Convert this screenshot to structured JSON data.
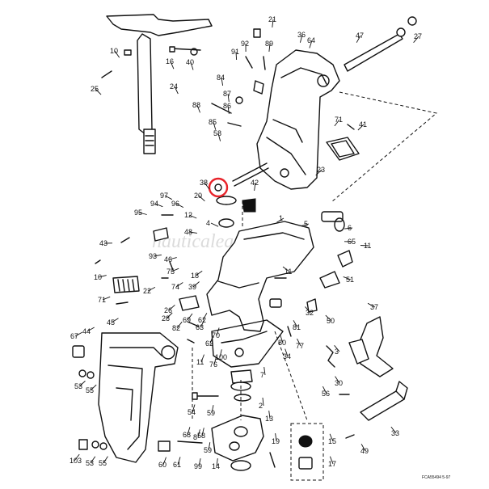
{
  "callout_numbers": [
    "1",
    "2",
    "3",
    "4",
    "5",
    "6",
    "7",
    "8",
    "10",
    "10",
    "11",
    "11",
    "11",
    "12",
    "13",
    "14",
    "15",
    "16",
    "17",
    "18",
    "19",
    "20",
    "21",
    "22",
    "23",
    "24",
    "25",
    "26",
    "27",
    "28",
    "30",
    "32",
    "33",
    "34",
    "36",
    "37",
    "38",
    "39",
    "40",
    "41",
    "42",
    "43",
    "44",
    "45",
    "46",
    "47",
    "48",
    "49",
    "50",
    "51",
    "53",
    "53",
    "54",
    "55",
    "55",
    "56",
    "58",
    "58",
    "59",
    "59",
    "60",
    "61",
    "62",
    "62",
    "63",
    "64",
    "65",
    "67",
    "68",
    "69",
    "70",
    "71",
    "71",
    "74",
    "75",
    "76",
    "77",
    "80",
    "81",
    "82",
    "84",
    "85",
    "86",
    "87",
    "88",
    "89",
    "91",
    "92",
    "93",
    "94",
    "95",
    "96",
    "97",
    "99",
    "100",
    "103"
  ],
  "watermark": "nauticaleasy.it",
  "footer_code": "FCA55494  5-97",
  "highlight_color": "#e8232a",
  "highlight_label": "38"
}
